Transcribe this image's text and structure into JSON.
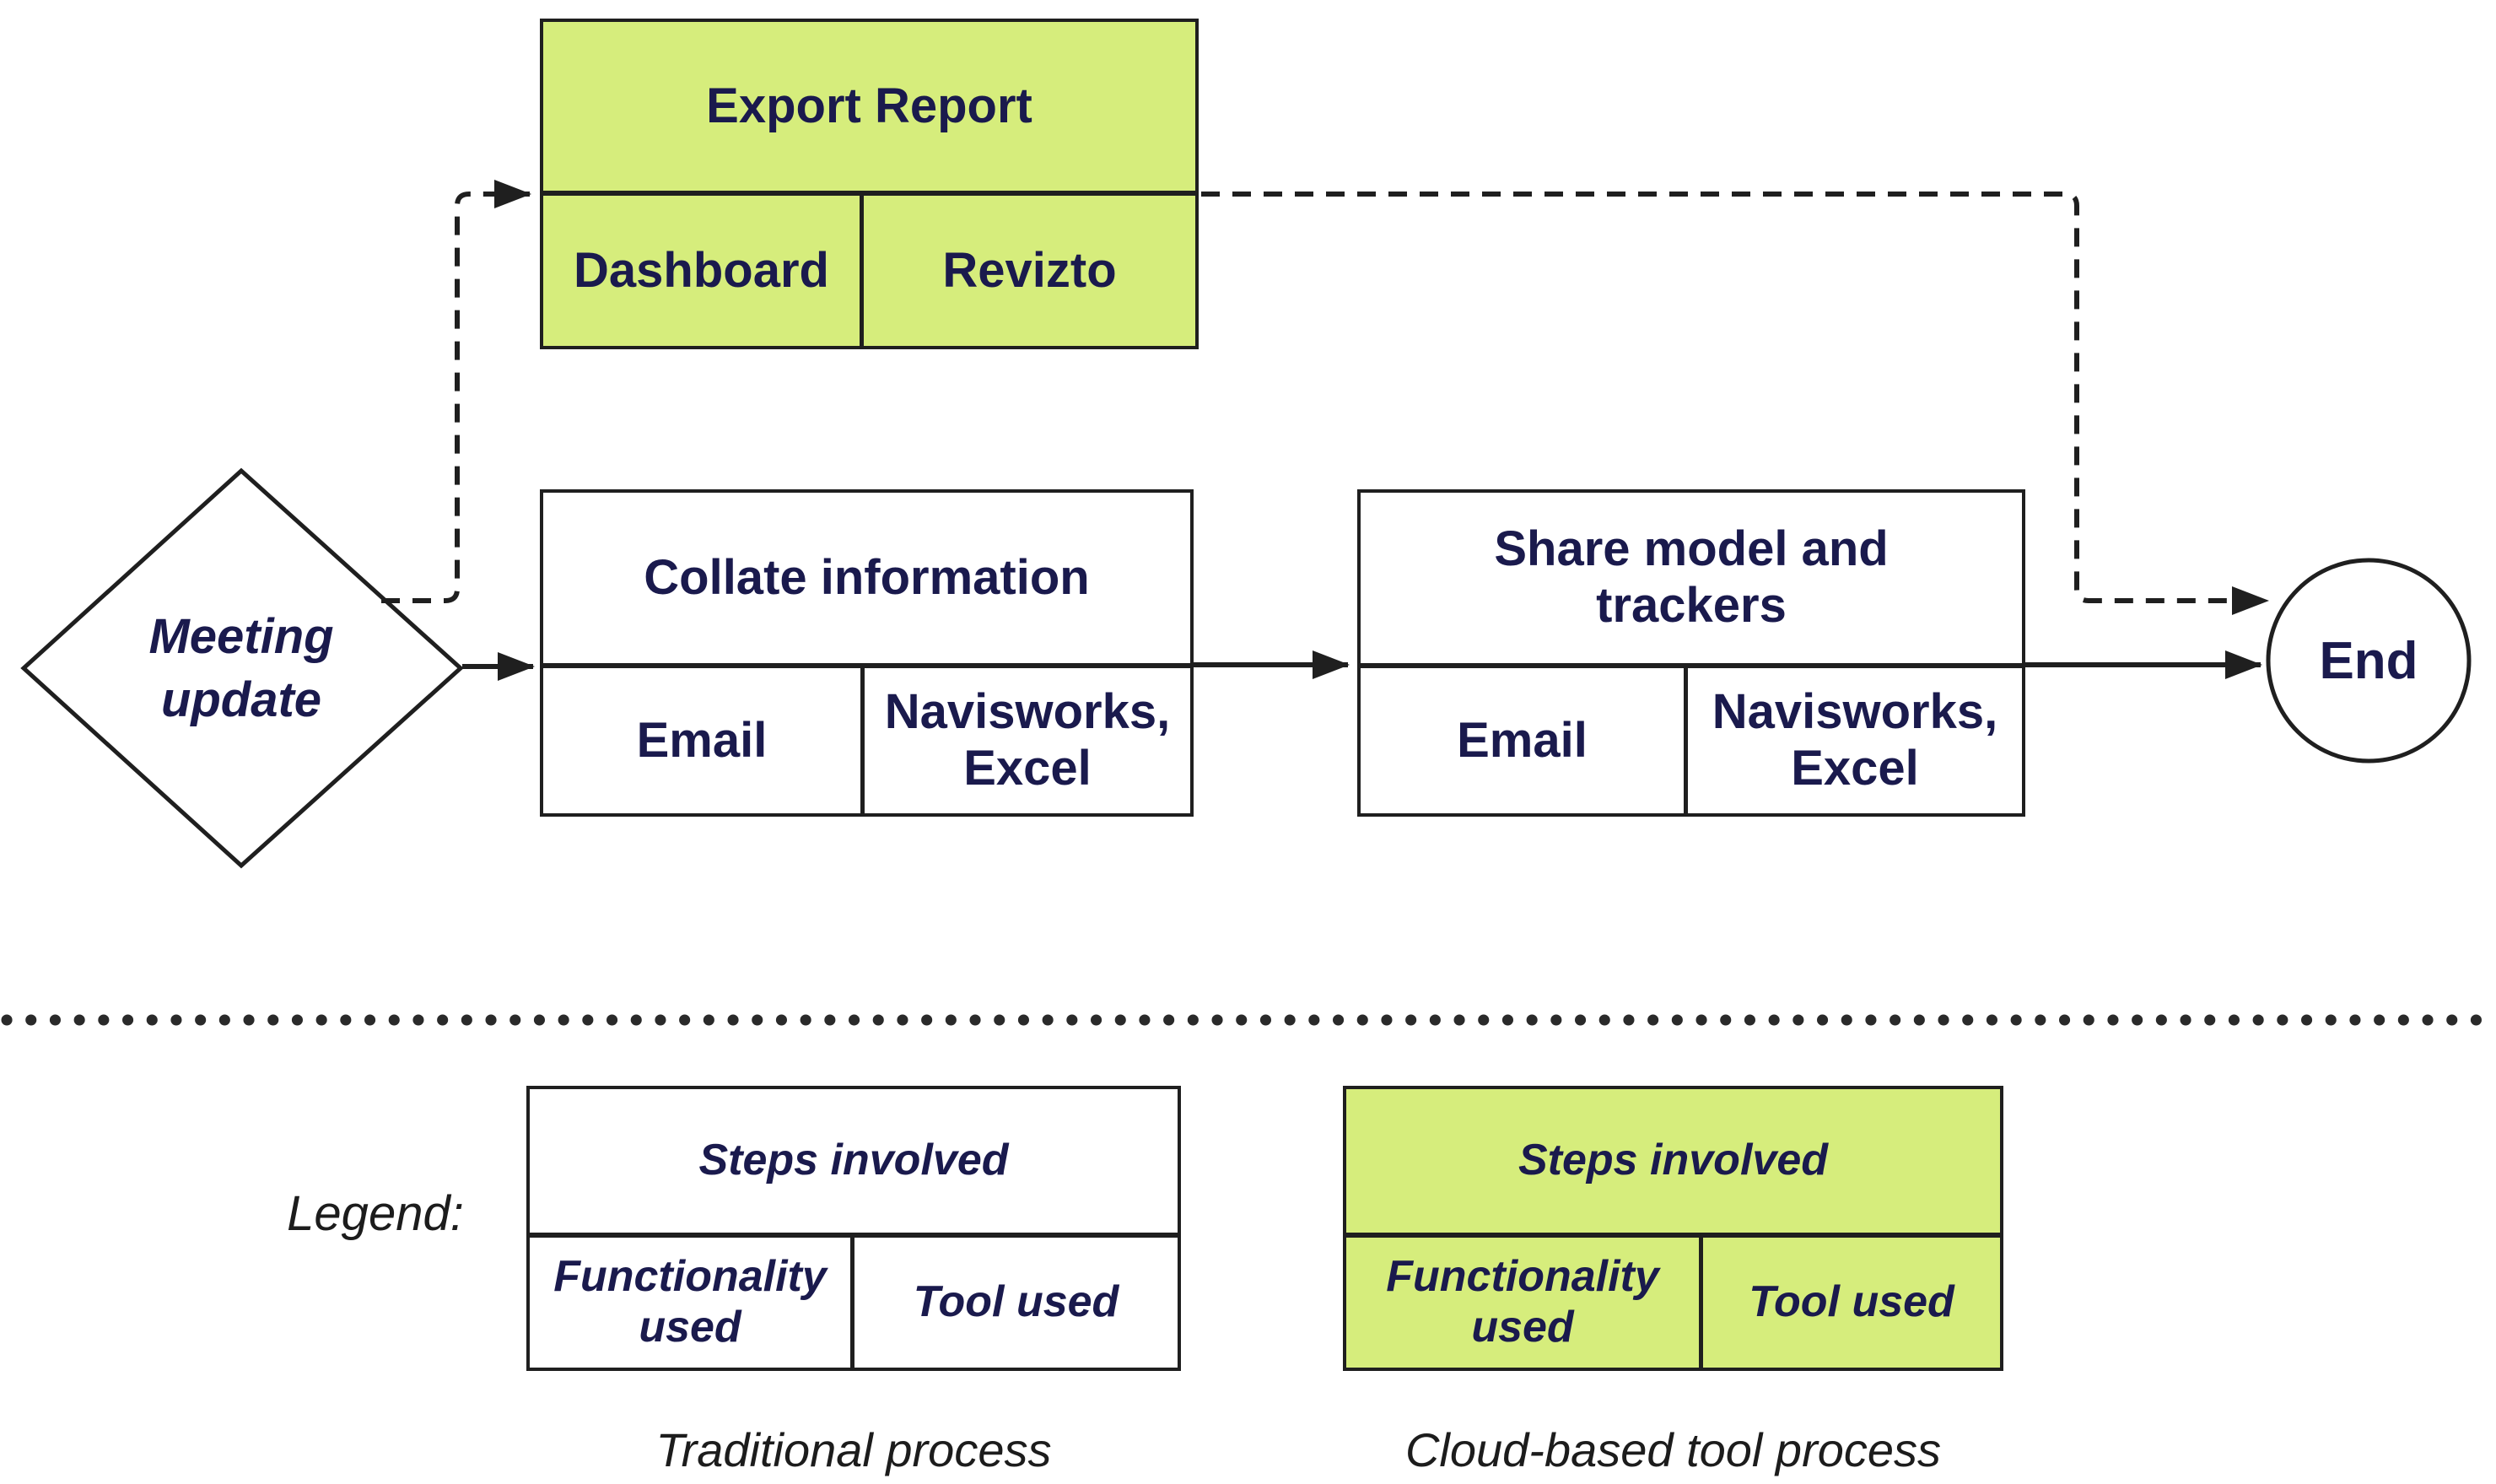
{
  "colors": {
    "green": "#d6ed7c",
    "navy": "#1a1a4d",
    "line": "#1f1f1f",
    "text-dark": "#1c1c1c",
    "white": "#ffffff"
  },
  "flowchart": {
    "start_diamond": {
      "label": "Meeting\nupdate"
    },
    "export_report": {
      "title": "Export Report",
      "functionality": "Dashboard",
      "tool": "Revizto"
    },
    "collate": {
      "title": "Collate information",
      "functionality": "Email",
      "tool": "Navisworks,\nExcel"
    },
    "share": {
      "title": "Share model and\ntrackers",
      "functionality": "Email",
      "tool": "Navisworks,\nExcel"
    },
    "end_node": {
      "label": "End"
    }
  },
  "legend": {
    "label": "Legend:",
    "traditional": {
      "steps": "Steps involved",
      "functionality": "Functionality\nused",
      "tool": "Tool used",
      "caption": "Traditional process"
    },
    "cloud": {
      "steps": "Steps involved",
      "functionality": "Functionality\nused",
      "tool": "Tool used",
      "caption": "Cloud-based tool process"
    }
  }
}
